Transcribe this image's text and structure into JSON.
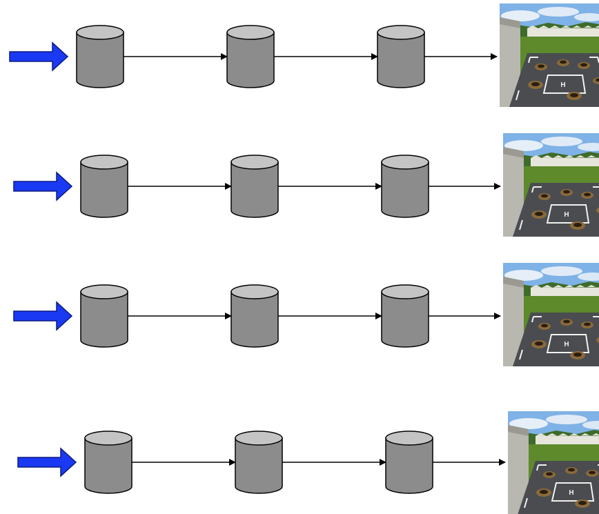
{
  "diagram": {
    "type": "pipeline-rows",
    "rows": [
      {
        "stages": 3,
        "has_input_arrow": true,
        "has_output_image": true,
        "output_image": "helipad-scene"
      },
      {
        "stages": 3,
        "has_input_arrow": true,
        "has_output_image": true,
        "output_image": "helipad-scene"
      },
      {
        "stages": 3,
        "has_input_arrow": true,
        "has_output_image": true,
        "output_image": "helipad-scene"
      },
      {
        "stages": 3,
        "has_input_arrow": true,
        "has_output_image": true,
        "output_image": "helipad-scene"
      }
    ],
    "stage_shape": "cylinder-icon",
    "input_shape": "block-arrow-icon",
    "connector": "arrow-line"
  },
  "colors": {
    "input_arrow_fill": "#1a39f2",
    "input_arrow_stroke": "#0d1a80",
    "cylinder_body": "#8c8c8c",
    "cylinder_top": "#c4c4c4",
    "cylinder_stroke": "#000000",
    "connector": "#000000",
    "sky": "#7fb2e6",
    "cloud": "#f2f5fa",
    "hills": "#3f6b2a",
    "grass": "#5e8a2c",
    "wall": "#b8b8b0",
    "tarmac": "#4a4c50",
    "marking": "#f2f2f2",
    "crater": "#8a6a3a"
  }
}
